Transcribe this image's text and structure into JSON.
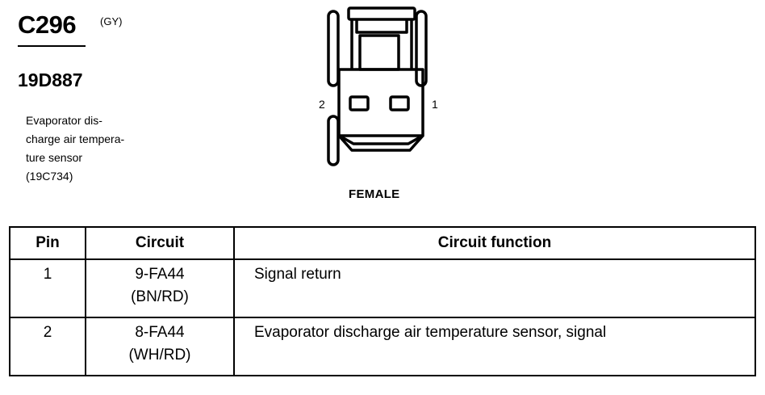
{
  "connector": {
    "id": "C296",
    "color_code": "(GY)",
    "part_number": "19D887",
    "description_lines": [
      "Evaporator dis-",
      "charge air tempera-",
      "ture sensor",
      "(19C734)"
    ]
  },
  "diagram": {
    "pin_left": "2",
    "pin_right": "1",
    "gender": "FEMALE"
  },
  "table": {
    "headers": [
      "Pin",
      "Circuit",
      "Circuit function"
    ],
    "rows": [
      {
        "pin": "1",
        "circuit": "9-FA44",
        "color": "(BN/RD)",
        "function": "Signal return"
      },
      {
        "pin": "2",
        "circuit": "8-FA44",
        "color": "(WH/RD)",
        "function": "Evaporator discharge air temperature sensor, signal"
      }
    ]
  }
}
